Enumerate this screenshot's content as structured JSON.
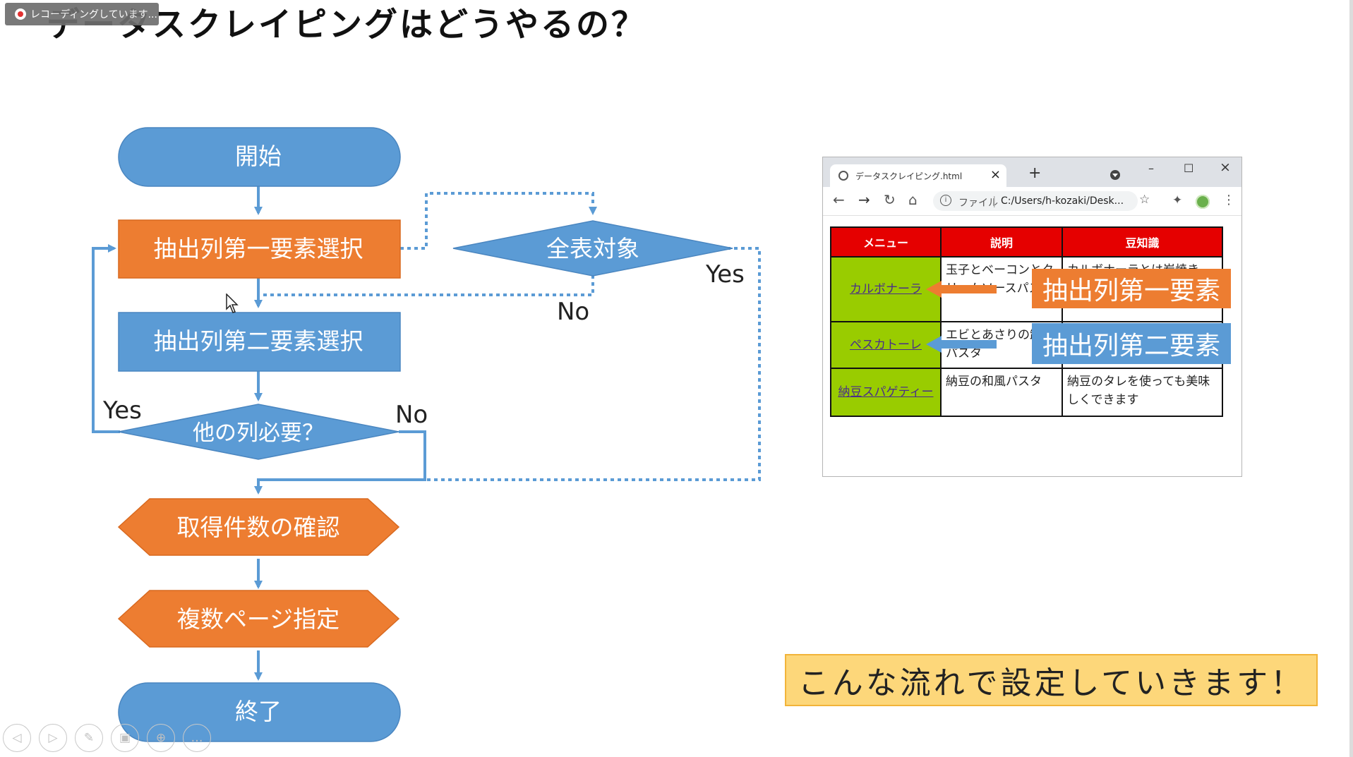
{
  "slide": {
    "title": "データスクレイピングはどうやるの？",
    "recording_badge": "レコーディングしています..."
  },
  "flowchart": {
    "start": "開始",
    "step1": "抽出列第一要素選択",
    "decision_all": "全表対象",
    "step2": "抽出列第二要素選択",
    "decision_more": "他の列必要？",
    "step3": "取得件数の確認",
    "step4": "複数ページ指定",
    "end": "終了",
    "yes_all": "Yes",
    "no_all": "No",
    "yes_more": "Yes",
    "no_more": "No",
    "colors": {
      "blue": "#5b9bd5",
      "orange": "#ed7d31",
      "dotted": "#5b9bd5"
    }
  },
  "browser": {
    "tab_title": "データスクレイピング.html",
    "tab_close": "×",
    "new_tab": "+",
    "window_minimize": "–",
    "window_maximize": "☐",
    "window_close": "×",
    "back": "←",
    "forward": "→",
    "reload": "↻",
    "home": "⌂",
    "info": "i",
    "address_scheme": "ファイル",
    "address_sep": "|",
    "address_path": "C:/Users/h-kozaki/Desk...",
    "star": "☆",
    "extensions": "✦",
    "menu": "⋮",
    "table": {
      "headers": [
        "メニュー",
        "説明",
        "豆知識"
      ],
      "rows": [
        {
          "menu": "カルボナーラ",
          "desc": "玉子とベーコンとクリームソースパスタ",
          "trivia": "カルボナーラとは炭焼き"
        },
        {
          "menu": "ペスカトーレ",
          "desc": "エビとあさりの卸風パスタ",
          "trivia": ""
        },
        {
          "menu": "納豆スパゲティー",
          "desc": "納豆の和風パスタ",
          "trivia": "納豆のタレを使っても美味しくできます"
        }
      ]
    },
    "callout_first": "抽出列第一要素",
    "callout_second": "抽出列第二要素"
  },
  "note": "こんな流れで設定していきます！",
  "presenter_toolbar": {
    "icons": [
      "prev-icon",
      "next-icon",
      "pen-icon",
      "slides-icon",
      "zoom-icon",
      "more-icon"
    ],
    "glyphs": [
      "◁",
      "▷",
      "✎",
      "▣",
      "⊕",
      "…"
    ]
  }
}
